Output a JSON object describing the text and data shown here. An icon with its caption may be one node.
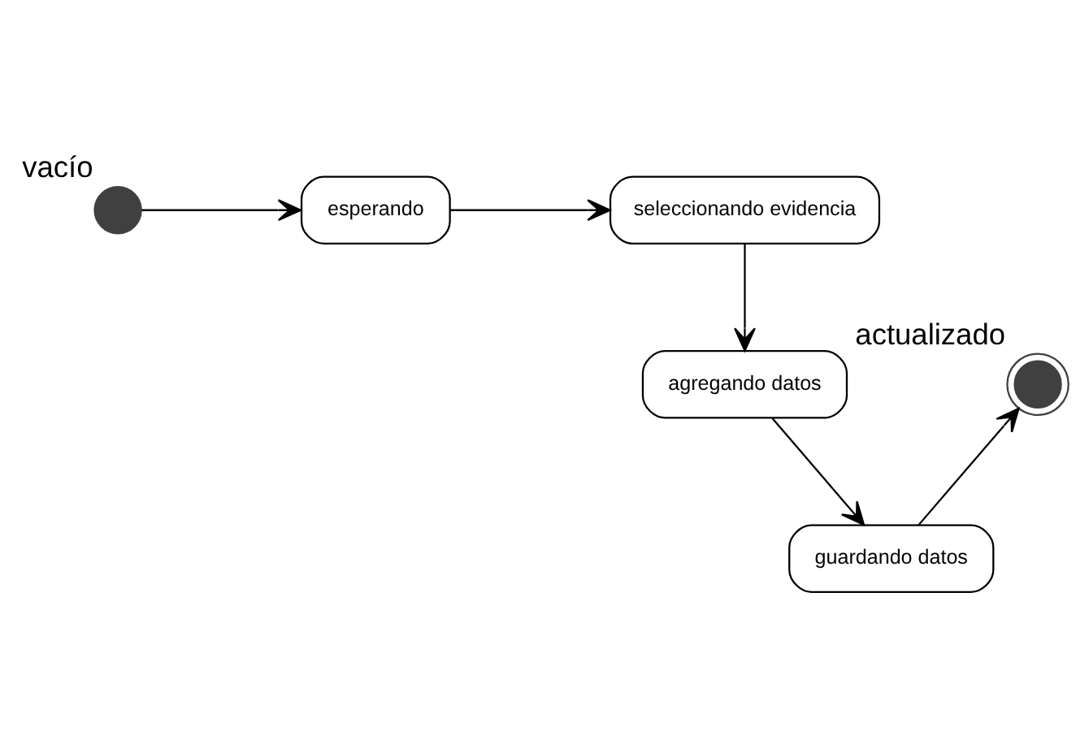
{
  "diagram": {
    "nodes": [
      {
        "text": [],
        "shape": "circle",
        "beside": [
          "vacío"
        ]
      },
      {
        "text": [
          "esperando"
        ]
      },
      {
        "text": [
          "seleccionando evidencia"
        ]
      },
      {
        "text": [
          "agregando datos"
        ]
      },
      {
        "text": [
          "guardando datos"
        ]
      },
      {
        "text": [],
        "shape": "circle",
        "beside": [
          "actualizado"
        ]
      }
    ],
    "edges": [
      {
        "from": 0,
        "to": 1,
        "arrow": "to"
      },
      {
        "from": 1,
        "to": 2,
        "arrow": "to"
      },
      {
        "from": 2,
        "to": 3,
        "arrow": "to"
      },
      {
        "from": 3,
        "to": 4,
        "arrow": "to"
      },
      {
        "from": 4,
        "to": 5,
        "arrow": "to"
      }
    ]
  }
}
